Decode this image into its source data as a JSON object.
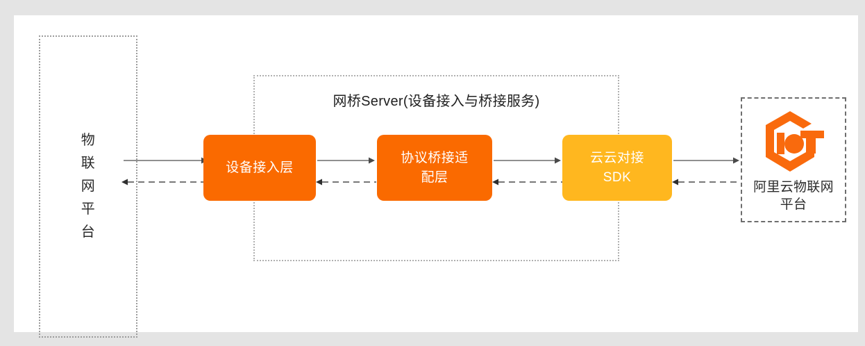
{
  "diagram": {
    "type": "architecture-flow",
    "background": "#e4e4e4",
    "canvas_background": "#ffffff",
    "left_platform": {
      "name": "iot-platform",
      "label_chars": [
        "物",
        "联",
        "网",
        "平",
        "台"
      ],
      "border_style": "dotted"
    },
    "bridge_container": {
      "title": "网桥Server(设备接入与桥接服务)",
      "border_style": "dotted"
    },
    "nodes": [
      {
        "id": "device-access",
        "label": "设备接入层",
        "color": "#fa6a00"
      },
      {
        "id": "protocol-bridge",
        "label_line1": "协议桥接适",
        "label_line2": "配层",
        "color": "#fa6a00"
      },
      {
        "id": "cloud-sdk",
        "label_line1": "云云对接",
        "label_line2": "SDK",
        "color": "#ffb71f"
      }
    ],
    "right_platform": {
      "name": "aliyun-iot-platform",
      "logo": "iot-hexagon-logo",
      "logo_color": "#f96a0d",
      "label_line1": "阿里云物联网",
      "label_line2": "平台",
      "border_style": "dashed"
    },
    "connectors": {
      "forward_style": "solid-arrow-right",
      "return_style": "dashed-arrow-left",
      "line_color": "#6b6b6b"
    }
  }
}
